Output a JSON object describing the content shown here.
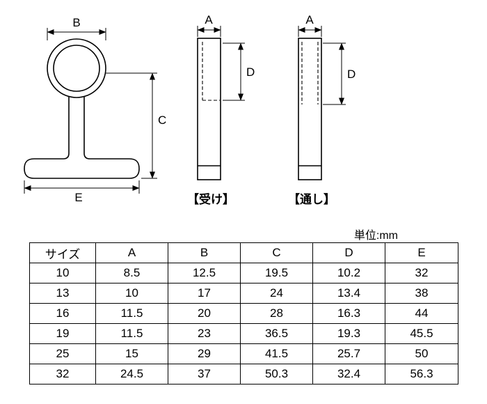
{
  "unit_label": "単位:mm",
  "front_view": {
    "dim_b_label": "B",
    "dim_c_label": "C",
    "dim_e_label": "E"
  },
  "side_view_socket": {
    "caption": "【受け】",
    "dim_a_label": "A",
    "dim_d_label": "D"
  },
  "side_view_through": {
    "caption": "【通し】",
    "dim_a_label": "A",
    "dim_d_label": "D"
  },
  "table": {
    "headers": [
      "サイズ",
      "A",
      "B",
      "C",
      "D",
      "E"
    ],
    "rows": [
      [
        "10",
        "8.5",
        "12.5",
        "19.5",
        "10.2",
        "32"
      ],
      [
        "13",
        "10",
        "17",
        "24",
        "13.4",
        "38"
      ],
      [
        "16",
        "11.5",
        "20",
        "28",
        "16.3",
        "44"
      ],
      [
        "19",
        "11.5",
        "23",
        "36.5",
        "19.3",
        "45.5"
      ],
      [
        "25",
        "15",
        "29",
        "41.5",
        "25.7",
        "50"
      ],
      [
        "32",
        "24.5",
        "37",
        "50.3",
        "32.4",
        "56.3"
      ]
    ]
  }
}
